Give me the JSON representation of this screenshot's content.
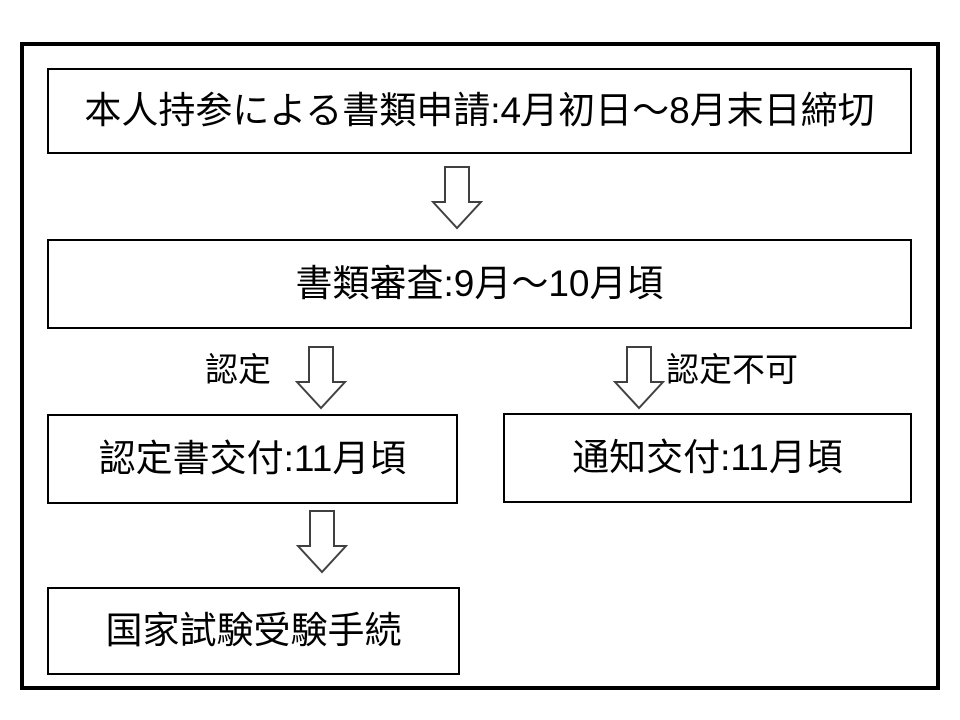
{
  "flowchart": {
    "nodes": [
      {
        "id": "application",
        "label": "本人持参による書類申請:4月初日～8月末日締切"
      },
      {
        "id": "screening",
        "label": "書類審査:9月～10月頃"
      },
      {
        "id": "certificate-issue",
        "label": "認定書交付:11月頃"
      },
      {
        "id": "notice-issue",
        "label": "通知交付:11月頃"
      },
      {
        "id": "exam-procedure",
        "label": "国家試験受験手続"
      }
    ],
    "branches": {
      "approved": "認定",
      "rejected": "認定不可"
    },
    "colors": {
      "background": "#ffffff",
      "box_fill": "#ffffff",
      "box_border": "#000000",
      "frame_border": "#000000",
      "arrow_fill": "#ffffff",
      "arrow_outline": "#404040",
      "text": "#000000"
    }
  }
}
